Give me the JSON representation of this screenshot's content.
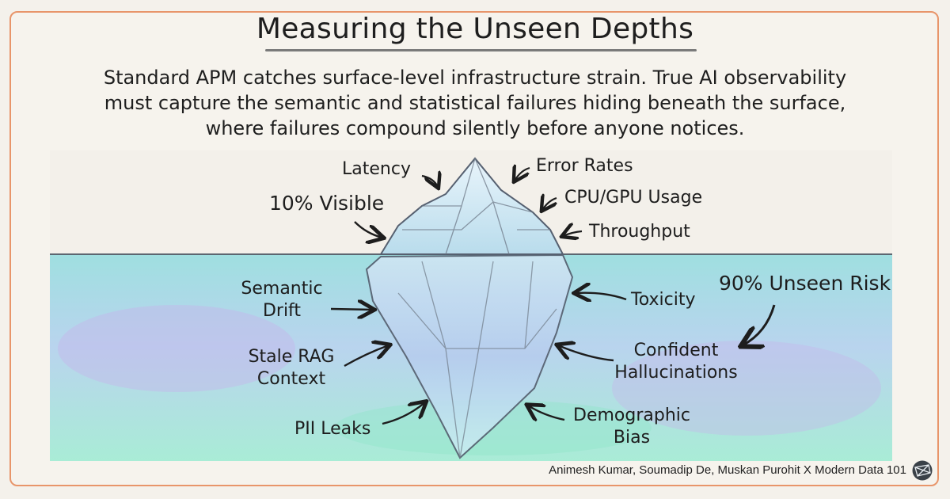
{
  "title": "Measuring the Unseen Depths",
  "subtitle": {
    "line1": "Standard APM catches surface-level infrastructure strain. True AI observability",
    "line2": "must capture the semantic and statistical failures hiding beneath the surface,",
    "line3": "where failures compound silently before anyone notices."
  },
  "surface": {
    "visible_label": "10% Visible",
    "metrics": [
      "Latency",
      "Error Rates",
      "CPU/GPU Usage",
      "Throughput"
    ]
  },
  "depths": {
    "unseen_label": "90% Unseen Risk",
    "left_risks": [
      {
        "line1": "Semantic",
        "line2": "Drift"
      },
      {
        "line1": "Stale RAG",
        "line2": "Context"
      },
      {
        "line1": "PII Leaks",
        "line2": ""
      }
    ],
    "right_risks": [
      {
        "line1": "Toxicity",
        "line2": ""
      },
      {
        "line1": "Confident",
        "line2": "Hallucinations"
      },
      {
        "line1": "Demographic",
        "line2": "Bias"
      }
    ]
  },
  "credit": "Animesh Kumar, Soumadip De, Muskan Purohit X Modern Data 101",
  "colors": {
    "border": "#e8956a",
    "water": "#9fe0da",
    "ice": "#cfe8f2"
  }
}
